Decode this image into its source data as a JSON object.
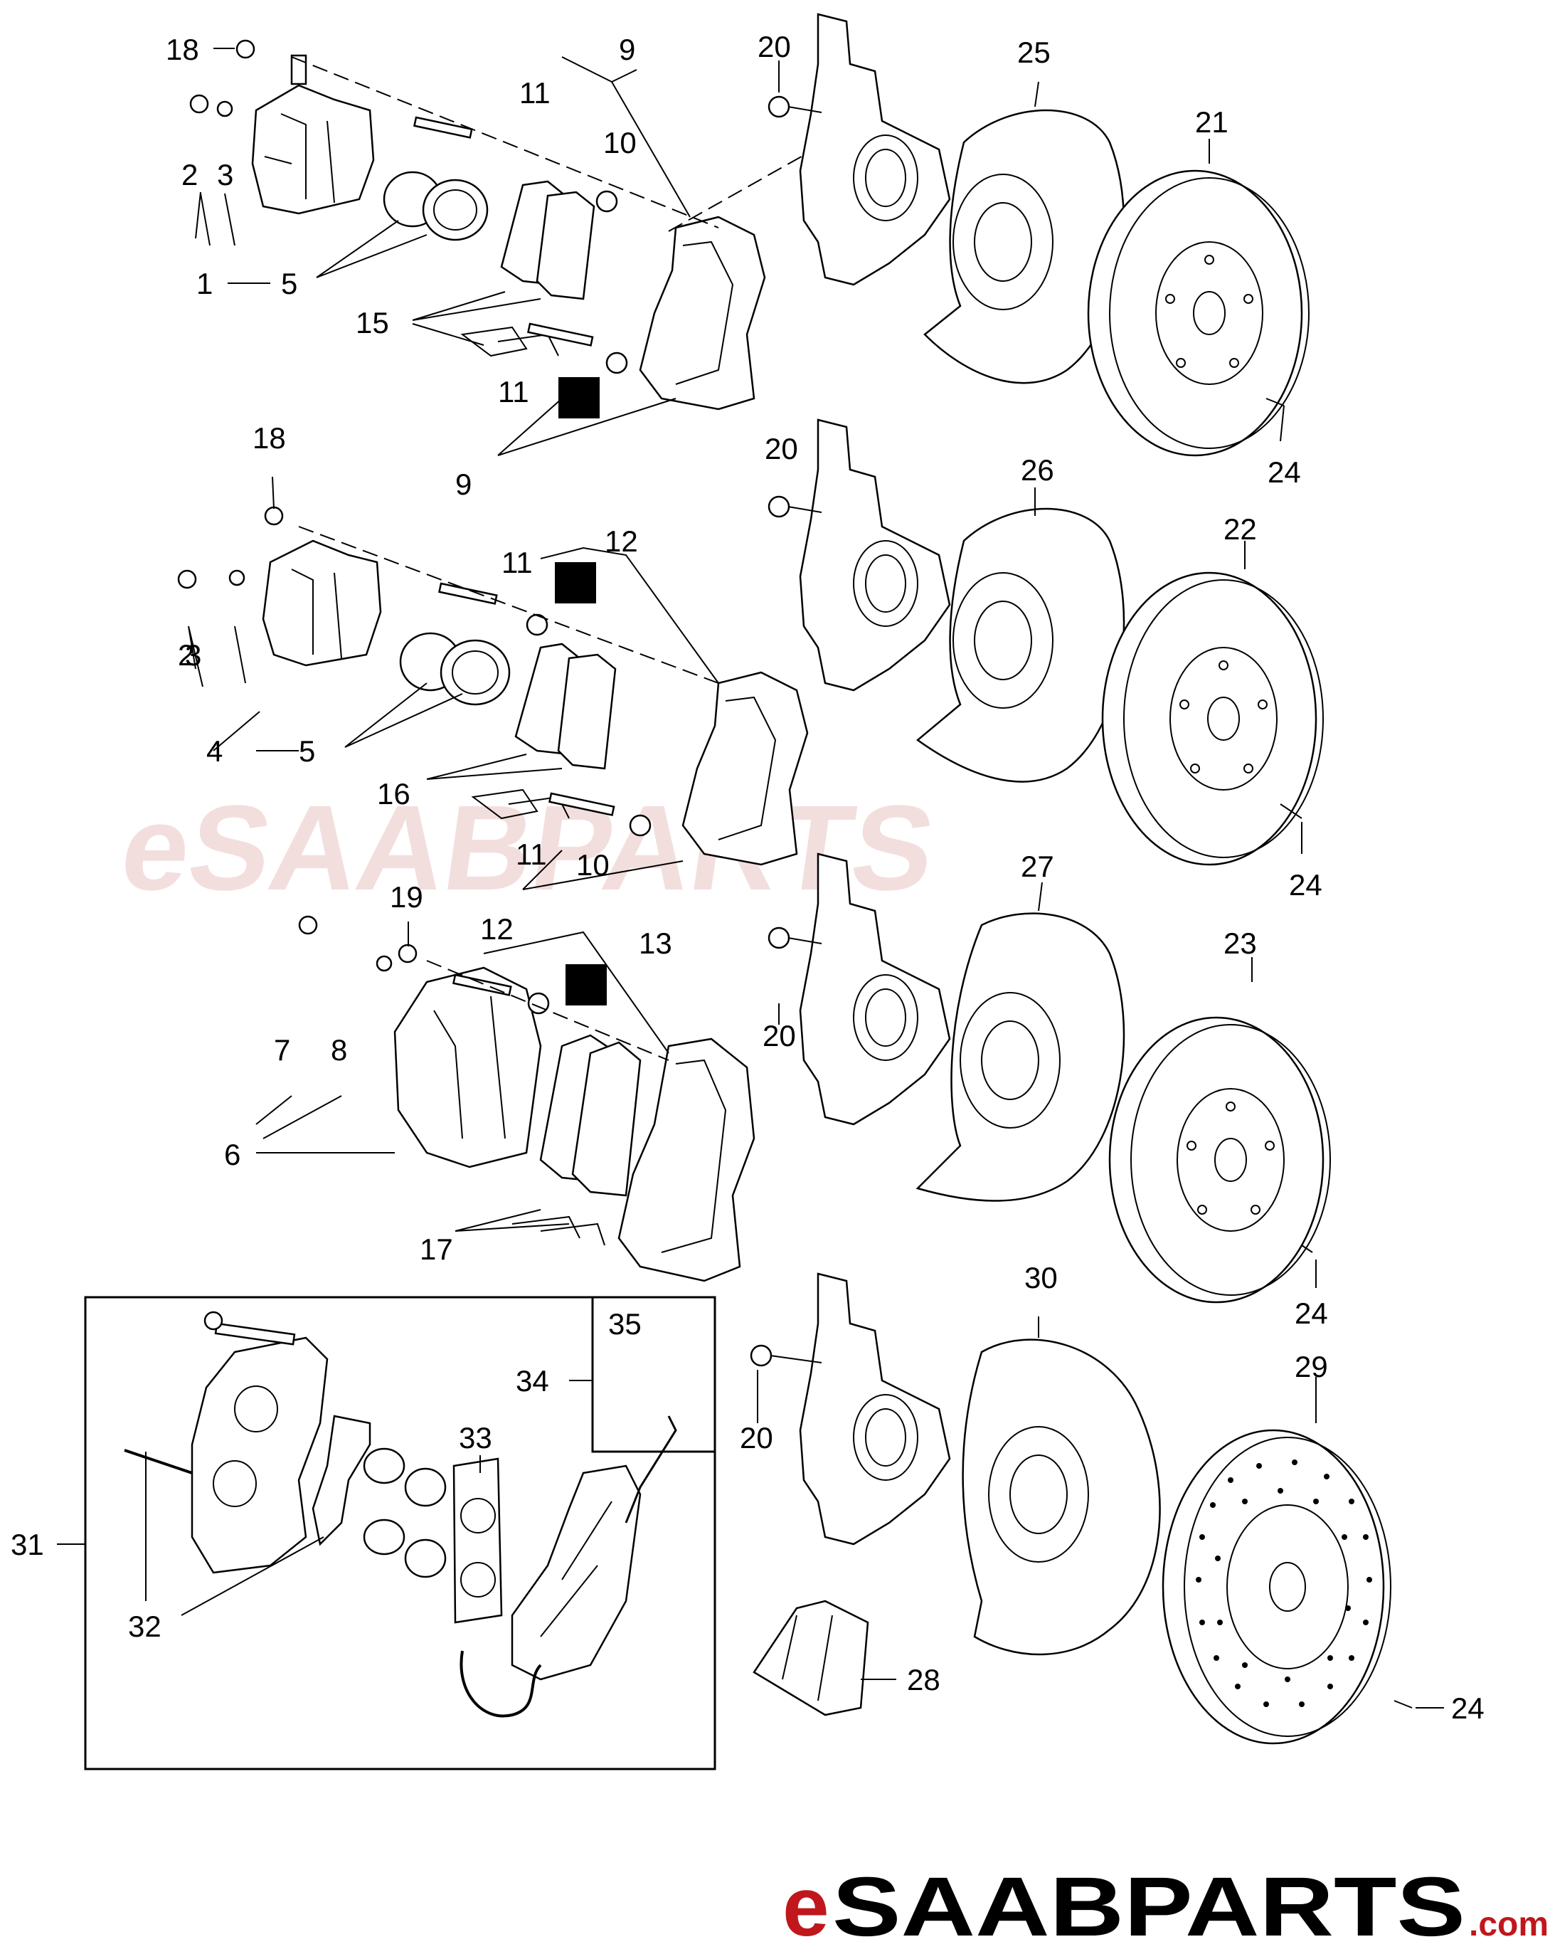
{
  "callouts": {
    "c1": "1",
    "c2a": "2",
    "c2b": "2",
    "c3a": "3",
    "c3b": "3",
    "c4": "4",
    "c5a": "5",
    "c5b": "5",
    "c6": "6",
    "c7": "7",
    "c8": "8",
    "c9a": "9",
    "c9b": "9",
    "c10a": "10",
    "c10b": "10",
    "c11a": "11",
    "c11b": "11",
    "c11c": "11",
    "c11d": "11",
    "c12a": "12",
    "c12b": "12",
    "c13": "13",
    "c15": "15",
    "c16": "16",
    "c17": "17",
    "c18a": "18",
    "c18b": "18",
    "c19": "19",
    "c20a": "20",
    "c20b": "20",
    "c20c": "20",
    "c20d": "20",
    "c21": "21",
    "c22": "22",
    "c23": "23",
    "c24a": "24",
    "c24b": "24",
    "c24c": "24",
    "c24d": "24",
    "c25": "25",
    "c26": "26",
    "c27": "27",
    "c28": "28",
    "c29": "29",
    "c30": "30",
    "c31": "31",
    "c32": "32",
    "c33": "33",
    "c34": "34",
    "c35": "35"
  },
  "watermark": "eSAABPARTS",
  "logo": {
    "prefix": "e",
    "brand": "SAABPARTS",
    "suffix": ".com"
  },
  "colors": {
    "logo_accent": "#c0171c",
    "watermark": "#f3dede"
  }
}
